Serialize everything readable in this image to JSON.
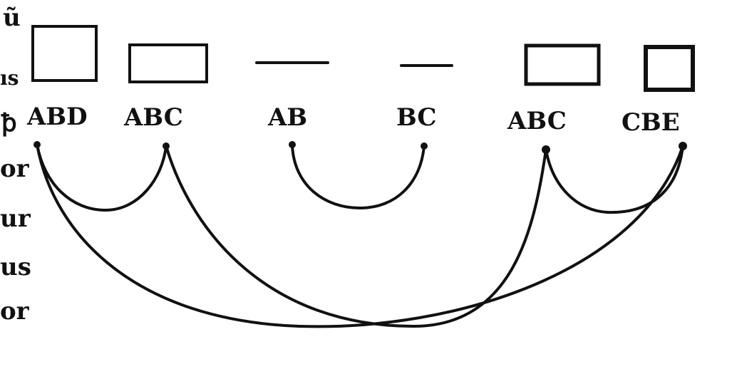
{
  "margin_fragments": [
    "ũ",
    "ıs",
    "ꝥ",
    "or",
    "ur",
    "us",
    "or"
  ],
  "figures": [
    {
      "label": "ABD",
      "shape": "square"
    },
    {
      "label": "ABC",
      "shape": "rectangle"
    },
    {
      "label": "AB",
      "shape": "line"
    },
    {
      "label": "BC",
      "shape": "line"
    },
    {
      "label": "ABC",
      "shape": "rectangle"
    },
    {
      "label": "CBE",
      "shape": "square"
    }
  ],
  "arcs": [
    {
      "from": "ABD",
      "to": "ABC"
    },
    {
      "from": "AB",
      "to": "BC"
    },
    {
      "from": "ABC",
      "to": "CBE"
    },
    {
      "from": "ABD",
      "to": "CBE"
    },
    {
      "from": "ABC",
      "to": "ABC"
    }
  ],
  "colors": {
    "ink": "#111111",
    "paper": "#ffffff"
  }
}
